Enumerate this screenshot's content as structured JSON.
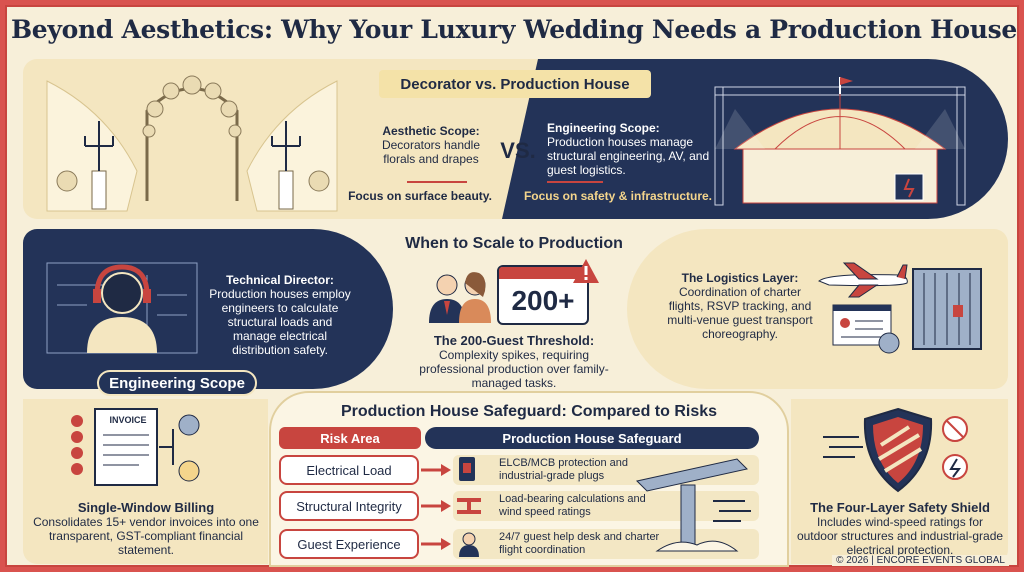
{
  "title": "Beyond Aesthetics: Why Your Luxury Wedding Needs a Production House",
  "section1": {
    "heading": "Decorator vs. Production House",
    "aesthetic": {
      "label": "Aesthetic Scope:",
      "text": "Decorators handle florals and drapes",
      "focus": "Focus on surface beauty."
    },
    "vs": "VS.",
    "engineering": {
      "label": "Engineering Scope:",
      "text": "Production houses manage structural engineering, AV, and guest logistics.",
      "focus": "Focus on safety & infrastructure."
    }
  },
  "section2": {
    "heading": "When to Scale to Production",
    "technical": {
      "label": "Technical Director:",
      "text": "Production houses employ engineers to calculate structural loads and manage electrical distribution safety."
    },
    "badge": "Engineering Scope",
    "threshold": {
      "number": "200+",
      "label": "The 200-Guest Threshold:",
      "text": "Complexity spikes, requiring professional production over family-managed tasks."
    },
    "logistics": {
      "label": "The Logistics Layer:",
      "text": "Coordination of charter flights, RSVP tracking, and multi-venue guest transport choreography."
    }
  },
  "section3": {
    "billing": {
      "invoice_label": "INVOICE",
      "label": "Single-Window Billing",
      "text": "Consolidates 15+ vendor invoices into one transparent, GST-compliant financial statement."
    },
    "heading": "Production House Safeguard: Compared to Risks",
    "col_risk": "Risk Area",
    "col_safe": "Production House Safeguard",
    "rows": [
      {
        "risk": "Electrical Load",
        "safeguard": "ELCB/MCB protection and industrial-grade plugs"
      },
      {
        "risk": "Structural Integrity",
        "safeguard": "Load-bearing calculations and wind speed ratings"
      },
      {
        "risk": "Guest Experience",
        "safeguard": "24/7 guest help desk and charter flight coordination"
      }
    ],
    "shield": {
      "label": "The Four-Layer Safety Shield",
      "text": "Includes wind-speed ratings for outdoor structures and industrial-grade electrical protection."
    }
  },
  "footer": "© 2026 | ENCORE EVENTS GLOBAL",
  "colors": {
    "navy": "#233358",
    "red": "#c8453f",
    "cream": "#f4e6c0",
    "background": "#f7efd9"
  }
}
